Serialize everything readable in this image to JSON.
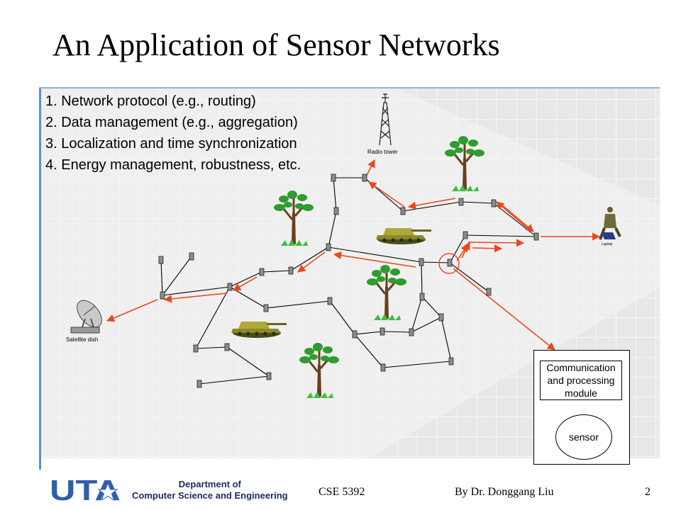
{
  "title": "An Application of Sensor Networks",
  "items": [
    "1. Network protocol (e.g., routing)",
    "2. Data management (e.g., aggregation)",
    "3. Localization and time synchronization",
    "4. Energy management, robustness, etc."
  ],
  "labels": {
    "radio_tower": "Radio tower",
    "satellite_dish": "Satellite dish",
    "laptop": "Laptop"
  },
  "module": {
    "comm": "Communication and processing module",
    "sensor": "sensor"
  },
  "footer": {
    "logo": "UTA",
    "dept_line1": "Department of",
    "dept_line2": "Computer Science and Engineering",
    "course": "CSE 5392",
    "author": "By Dr. Donggang Liu",
    "page": "2"
  },
  "colors": {
    "accent": "#2f5faa",
    "arrow": "#e8491f",
    "link": "#000000"
  }
}
